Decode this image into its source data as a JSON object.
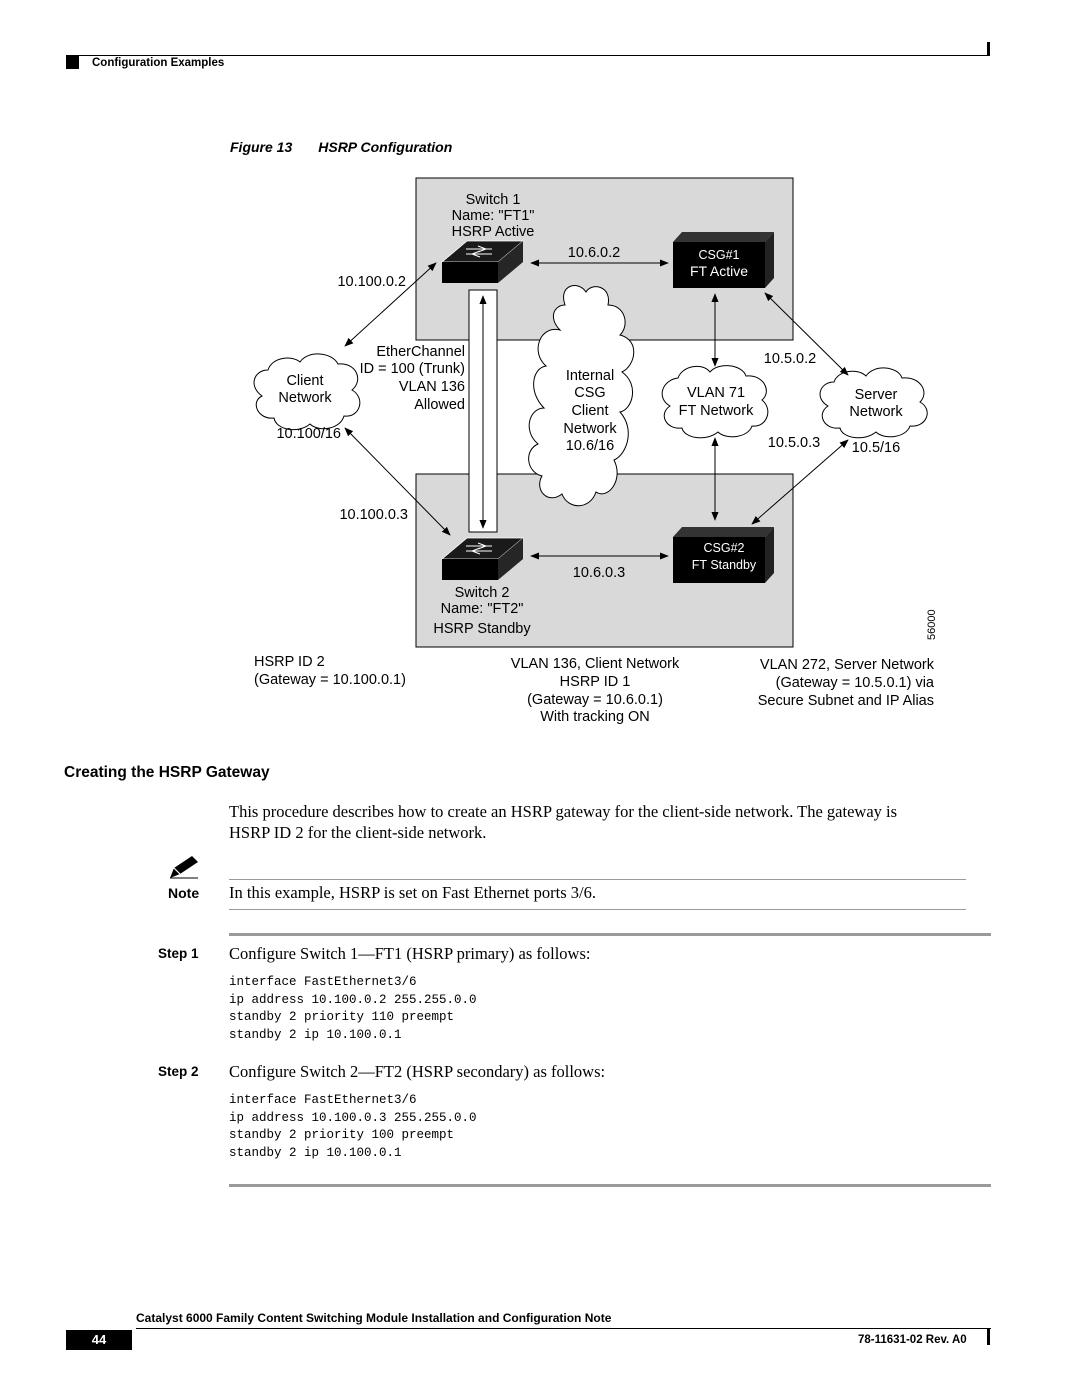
{
  "header": {
    "section": "Configuration Examples"
  },
  "figure": {
    "number": "Figure 13",
    "title": "HSRP Configuration",
    "switch1": {
      "line1": "Switch 1",
      "line2": "Name: \"FT1\"",
      "line3": "HSRP Active"
    },
    "switch2": {
      "line1": "Switch 2",
      "line2": "Name: \"FT2\"",
      "line3": "HSRP Standby"
    },
    "csg1": {
      "line1": "CSG#1",
      "line2": "FT Active"
    },
    "csg2": {
      "line1": "CSG#2",
      "line2": "FT Standby"
    },
    "ip_sw1_csg1": "10.6.0.2",
    "ip_sw2_csg2": "10.6.0.3",
    "ip_sw1_client": "10.100.0.2",
    "ip_sw2_client": "10.100.0.3",
    "ip_csg1_server": "10.5.0.2",
    "ip_csg2_server": "10.5.0.3",
    "client_subnet": "10.100/16",
    "server_subnet": "10.5/16",
    "client_cloud": {
      "line1": "Client",
      "line2": "Network"
    },
    "server_cloud": {
      "line1": "Server",
      "line2": "Network"
    },
    "internal_cloud": {
      "line1": "Internal",
      "line2": "CSG",
      "line3": "Client",
      "line4": "Network",
      "line5": "10.6/16"
    },
    "vlan_cloud": {
      "line1": "VLAN 71",
      "line2": "FT Network"
    },
    "etherchannel": {
      "line1": "EtherChannel",
      "line2": "ID = 100 (Trunk)",
      "line3": "VLAN 136",
      "line4": "Allowed"
    },
    "bottom_left": {
      "line1": "HSRP ID 2",
      "line2": "(Gateway = 10.100.0.1)"
    },
    "bottom_center": {
      "line1": "VLAN 136, Client Network",
      "line2": "HSRP ID 1",
      "line3": "(Gateway = 10.6.0.1)",
      "line4": "With tracking ON"
    },
    "bottom_right": {
      "line1": "VLAN 272, Server Network",
      "line2": "(Gateway = 10.5.0.1) via",
      "line3": "Secure Subnet and IP Alias"
    },
    "figure_id": "56000"
  },
  "section_title": "Creating the HSRP Gateway",
  "intro_line1": "This procedure describes how to create an HSRP gateway for the client-side network. The gateway is",
  "intro_line2": "HSRP ID 2 for the client-side network.",
  "note": {
    "label": "Note",
    "text": "In this example, HSRP is set on Fast Ethernet ports 3/6."
  },
  "steps": [
    {
      "label": "Step 1",
      "text": "Configure Switch 1—FT1 (HSRP primary) as follows:",
      "code": [
        "interface FastEthernet3/6",
        "ip address 10.100.0.2 255.255.0.0",
        "standby 2 priority 110 preempt",
        "standby 2 ip 10.100.0.1"
      ]
    },
    {
      "label": "Step 2",
      "text": "Configure Switch 2—FT2 (HSRP secondary) as follows:",
      "code": [
        "interface FastEthernet3/6",
        "ip address 10.100.0.3 255.255.0.0",
        "standby 2 priority 100 preempt",
        "standby 2 ip 10.100.0.1"
      ]
    }
  ],
  "footer": {
    "title": "Catalyst 6000 Family Content Switching Module Installation and Configuration Note",
    "page": "44",
    "doc_number": "78-11631-02 Rev. A0"
  }
}
